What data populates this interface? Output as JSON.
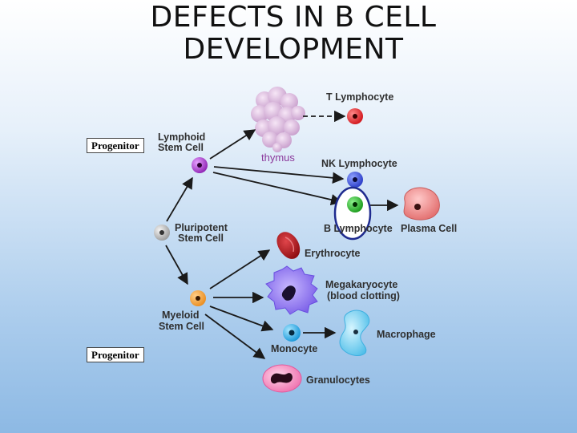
{
  "title": {
    "line1": "DEFECTS IN B CELL",
    "line2": "DEVELOPMENT"
  },
  "progenitor_top": "Progenitor",
  "progenitor_bottom": "Progenitor",
  "labels": {
    "t_lymphocyte": "T Lymphocyte",
    "lymphoid_line1": "Lymphoid",
    "lymphoid_line2": "Stem Cell",
    "thymus": "thymus",
    "nk_lymphocyte": "NK Lymphocyte",
    "pluripotent_line1": "Pluripotent",
    "pluripotent_line2": "Stem Cell",
    "b_lymphocyte": "B Lymphocyte",
    "plasma_cell": "Plasma Cell",
    "erythrocyte": "Erythrocyte",
    "megakaryocyte_line1": "Megakaryocyte",
    "megakaryocyte_line2": "(blood clotting)",
    "myeloid_line1": "Myeloid",
    "myeloid_line2": "Stem Cell",
    "macrophage": "Macrophage",
    "monocyte": "Monocyte",
    "granulocytes": "Granulocytes"
  },
  "colors": {
    "thymus": "#d9b8dc",
    "t_cell": "#e0242a",
    "nk_cell": "#3a4fd6",
    "b_cell": "#2fb32f",
    "highlight_ring": "#1f2b8f",
    "plasma": "#e98383",
    "lymphoid_stem": "#a435c4",
    "pluripotent": "#bdbdbd",
    "myeloid_stem": "#f2a03a",
    "erythrocyte": "#b0161c",
    "megakaryocyte": "#8a6ef0",
    "monocyte": "#22a6e8",
    "macrophage": "#6fd0f2",
    "granulocyte": "#f27fb8",
    "thymus_label": "#8c3a9c"
  }
}
